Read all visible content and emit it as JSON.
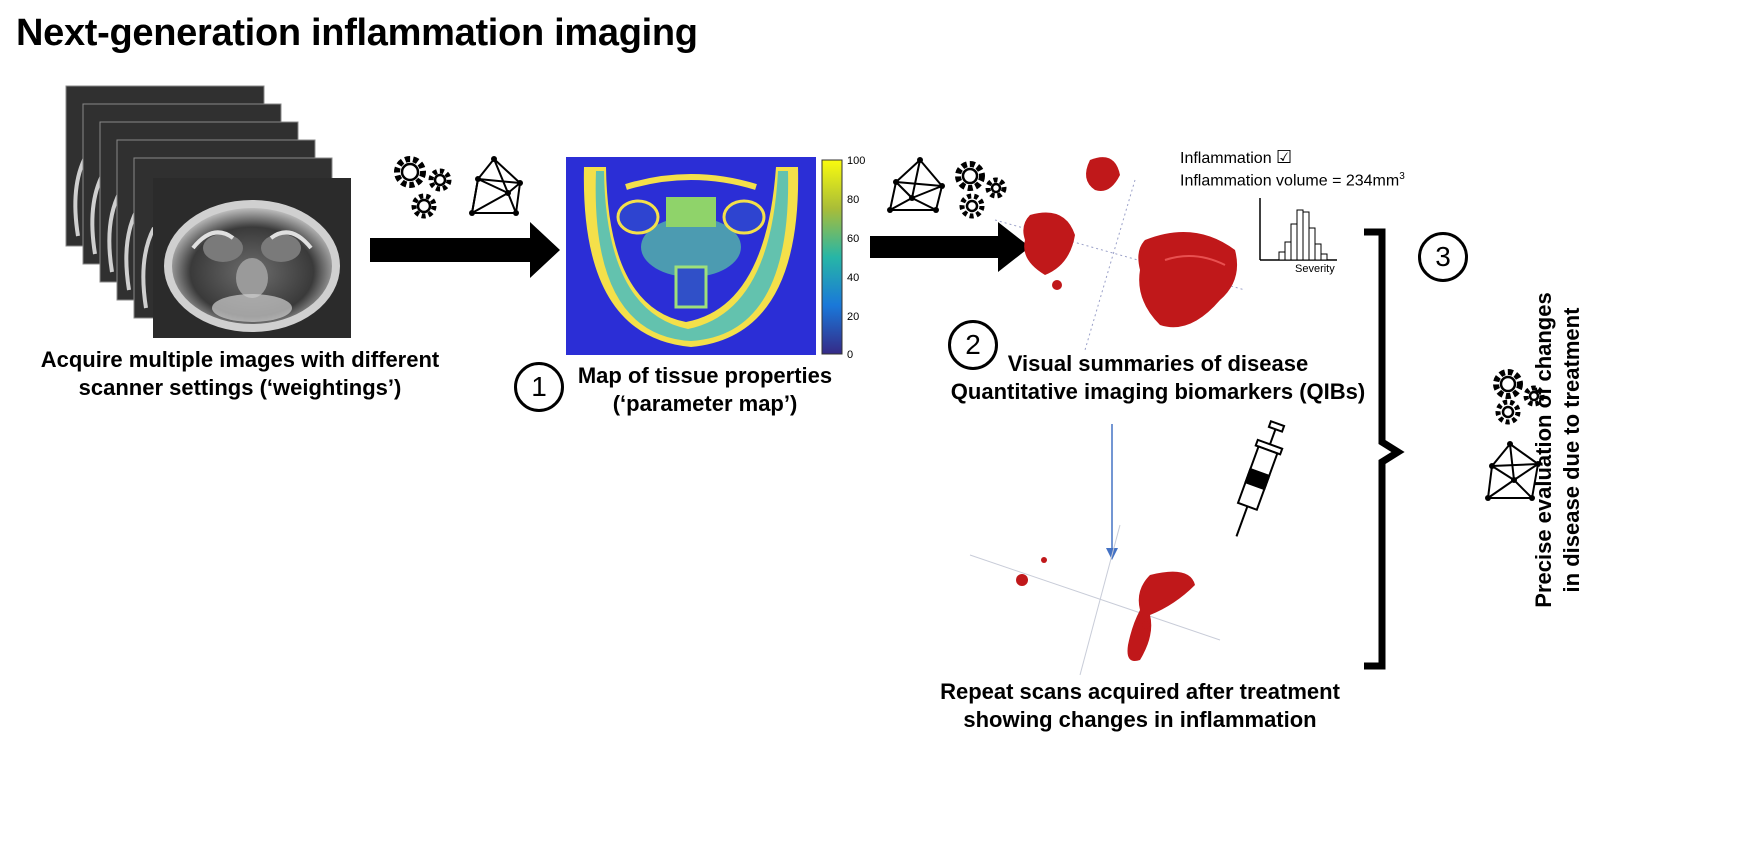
{
  "title": "Next-generation inflammation imaging",
  "step_acquire": {
    "caption_line1": "Acquire multiple images with different",
    "caption_line2": "scanner settings (‘weightings’)"
  },
  "step1": {
    "number": "1",
    "caption_line1": "Map of tissue properties",
    "caption_line2": "(‘parameter map’)",
    "colorbar_ticks": [
      "100",
      "80",
      "60",
      "40",
      "20",
      "0"
    ]
  },
  "step2": {
    "number": "2",
    "caption_line1": "Visual summaries of disease",
    "caption_line2": "Quantitative imaging biomarkers (QIBs)",
    "inflammation_label": "Inflammation",
    "checkbox_glyph": "☑",
    "volume_label": "Inflammation volume = 234mm",
    "volume_superscript": "3",
    "histogram_xlabel": "Severity"
  },
  "step_repeat": {
    "caption_line1": "Repeat scans acquired after treatment",
    "caption_line2": "showing changes in inflammation"
  },
  "step3": {
    "number": "3",
    "caption_line1": "Precise evaluation of changes",
    "caption_line2": "in disease due to treatment"
  },
  "colors": {
    "lesion": "#c0181a",
    "arrow": "#000000",
    "blue_arrow": "#4472c4",
    "map_low": "#2a2ad0",
    "map_high": "#f5e33a"
  },
  "icons": [
    "gears-icon",
    "graph-network-icon",
    "syringe-icon",
    "mri-slice-stack-icon",
    "histogram-icon"
  ]
}
